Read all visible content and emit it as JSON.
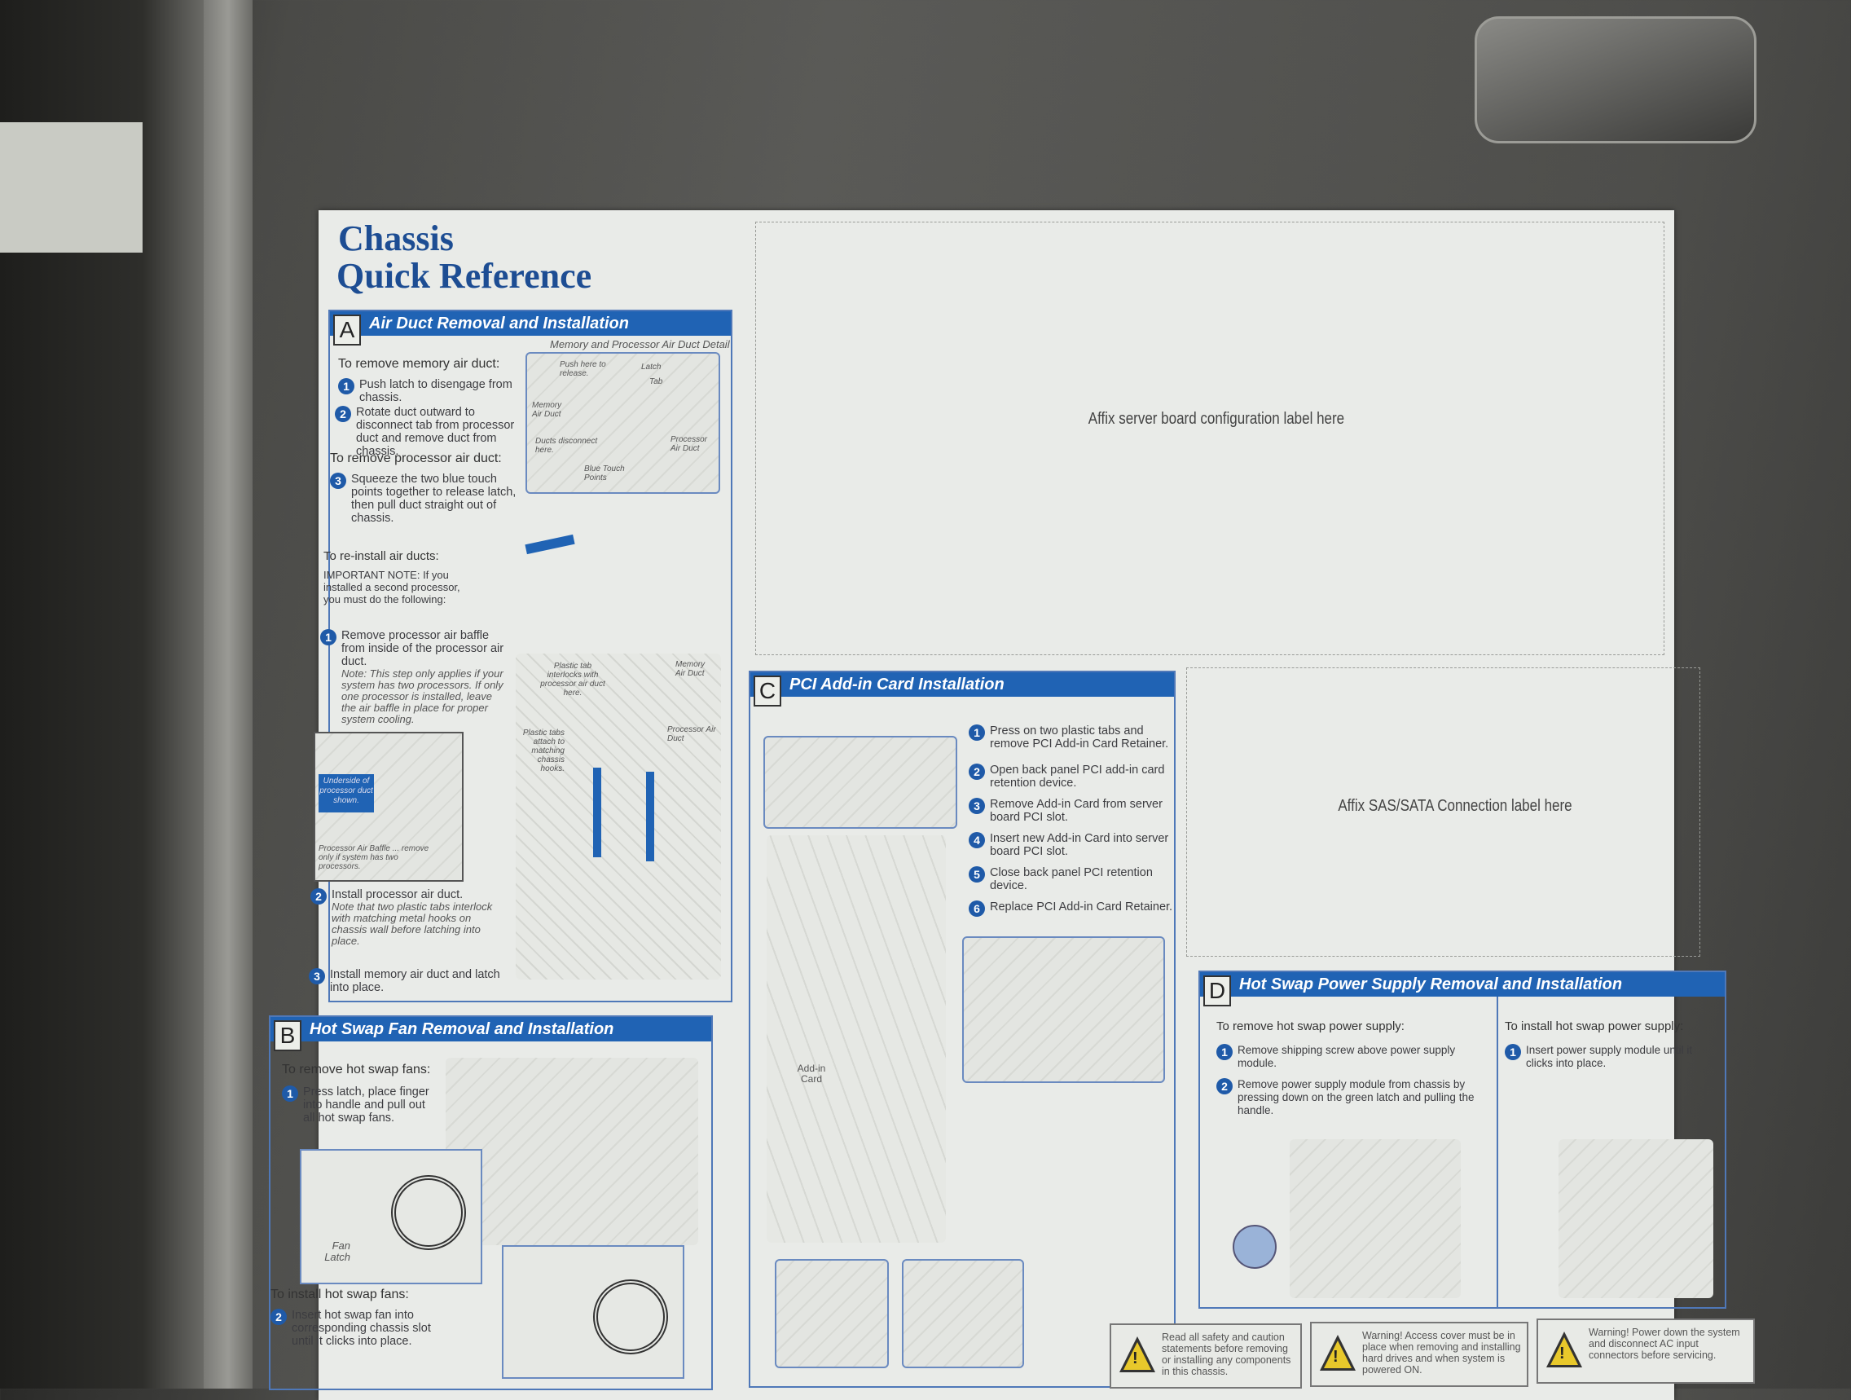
{
  "title": {
    "line1": "Chassis",
    "line2": "Quick Reference"
  },
  "section_a": {
    "letter": "A",
    "heading": "Air Duct Removal and Installation",
    "remove_memory_heading": "To remove memory air duct:",
    "remove_memory_steps": [
      {
        "num": "1",
        "text": "Push latch to disengage from chassis."
      },
      {
        "num": "2",
        "text": "Rotate duct outward to disconnect tab from processor duct and remove duct from chassis."
      }
    ],
    "remove_processor_heading": "To remove processor air duct:",
    "remove_processor_steps": [
      {
        "num": "3",
        "text": "Squeeze the two blue touch points together to release latch, then pull duct straight out of chassis."
      }
    ],
    "detail_title": "Memory and Processor Air Duct Detail",
    "detail_labels": [
      "Push here to release.",
      "Latch",
      "Tab",
      "Memory Air Duct",
      "Ducts disconnect here.",
      "Processor Air Duct",
      "Blue Touch Points"
    ],
    "reinstall_heading": "To re-install air ducts:",
    "important_note": "IMPORTANT NOTE: If you installed a second processor, you must do the following:",
    "reinstall_steps": [
      {
        "num": "1",
        "text": "Remove processor air baffle from inside of the processor air duct.",
        "note": "Note: This step only applies if your system has two processors. If only one processor is installed, leave the air baffle in place for proper system cooling."
      },
      {
        "num": "2",
        "text": "Install processor air duct.",
        "note": "Note that two plastic tabs interlock with matching metal hooks on chassis wall before latching into place."
      },
      {
        "num": "3",
        "text": "Install memory air duct and latch into place."
      }
    ],
    "baffle_callout": "Underside of processor duct shown.",
    "baffle_caption": "Processor Air Baffle ... remove only if system has two processors.",
    "install_labels": [
      "Plastic tab interlocks with processor air duct here.",
      "Memory Air Duct",
      "Plastic tabs attach to matching chassis hooks.",
      "Processor Air Duct"
    ]
  },
  "section_b": {
    "letter": "B",
    "heading": "Hot Swap Fan Removal and Installation",
    "remove_heading": "To remove hot swap fans:",
    "remove_step": {
      "num": "1",
      "text": "Press latch, place finger into handle and pull out all hot swap fans."
    },
    "fan_latch_label": "Fan Latch",
    "install_heading": "To install hot swap fans:",
    "install_step": {
      "num": "2",
      "text": "Insert hot swap fan into corresponding chassis slot until it clicks into place."
    }
  },
  "config_label_text": "Affix server board configuration label here",
  "sas_label_text": "Affix SAS/SATA Connection label here",
  "section_c": {
    "letter": "C",
    "heading": "PCI Add-in Card Installation",
    "steps": [
      {
        "num": "1",
        "text": "Press on two plastic tabs and remove PCI Add-in Card Retainer."
      },
      {
        "num": "2",
        "text": "Open back panel PCI add-in card retention device."
      },
      {
        "num": "3",
        "text": "Remove Add-in Card from server board PCI slot."
      },
      {
        "num": "4",
        "text": "Insert new Add-in Card into server board PCI slot."
      },
      {
        "num": "5",
        "text": "Close back panel PCI retention device."
      },
      {
        "num": "6",
        "text": "Replace PCI Add-in Card Retainer."
      }
    ],
    "card_label": "Add-in Card"
  },
  "section_d": {
    "letter": "D",
    "heading": "Hot Swap Power Supply Removal and Installation",
    "remove_heading": "To remove hot swap power supply:",
    "remove_steps": [
      {
        "num": "1",
        "text": "Remove shipping screw above power supply module."
      },
      {
        "num": "2",
        "text": "Remove power supply module from chassis by pressing down on the green latch and pulling the handle."
      }
    ],
    "install_heading": "To install hot swap power supply:",
    "install_steps": [
      {
        "num": "1",
        "text": "Insert power supply module until it clicks into place."
      }
    ]
  },
  "warnings": [
    "Read all safety and caution statements before removing or installing any components in this chassis.",
    "Warning! Access cover must be in place when removing and installing hard drives and when system is powered ON.",
    "Warning! Power down the system and disconnect AC input connectors before servicing."
  ],
  "colors": {
    "accent": "#2063b4",
    "paper": "#e9ebe8",
    "warning_yellow": "#e8c82b"
  }
}
